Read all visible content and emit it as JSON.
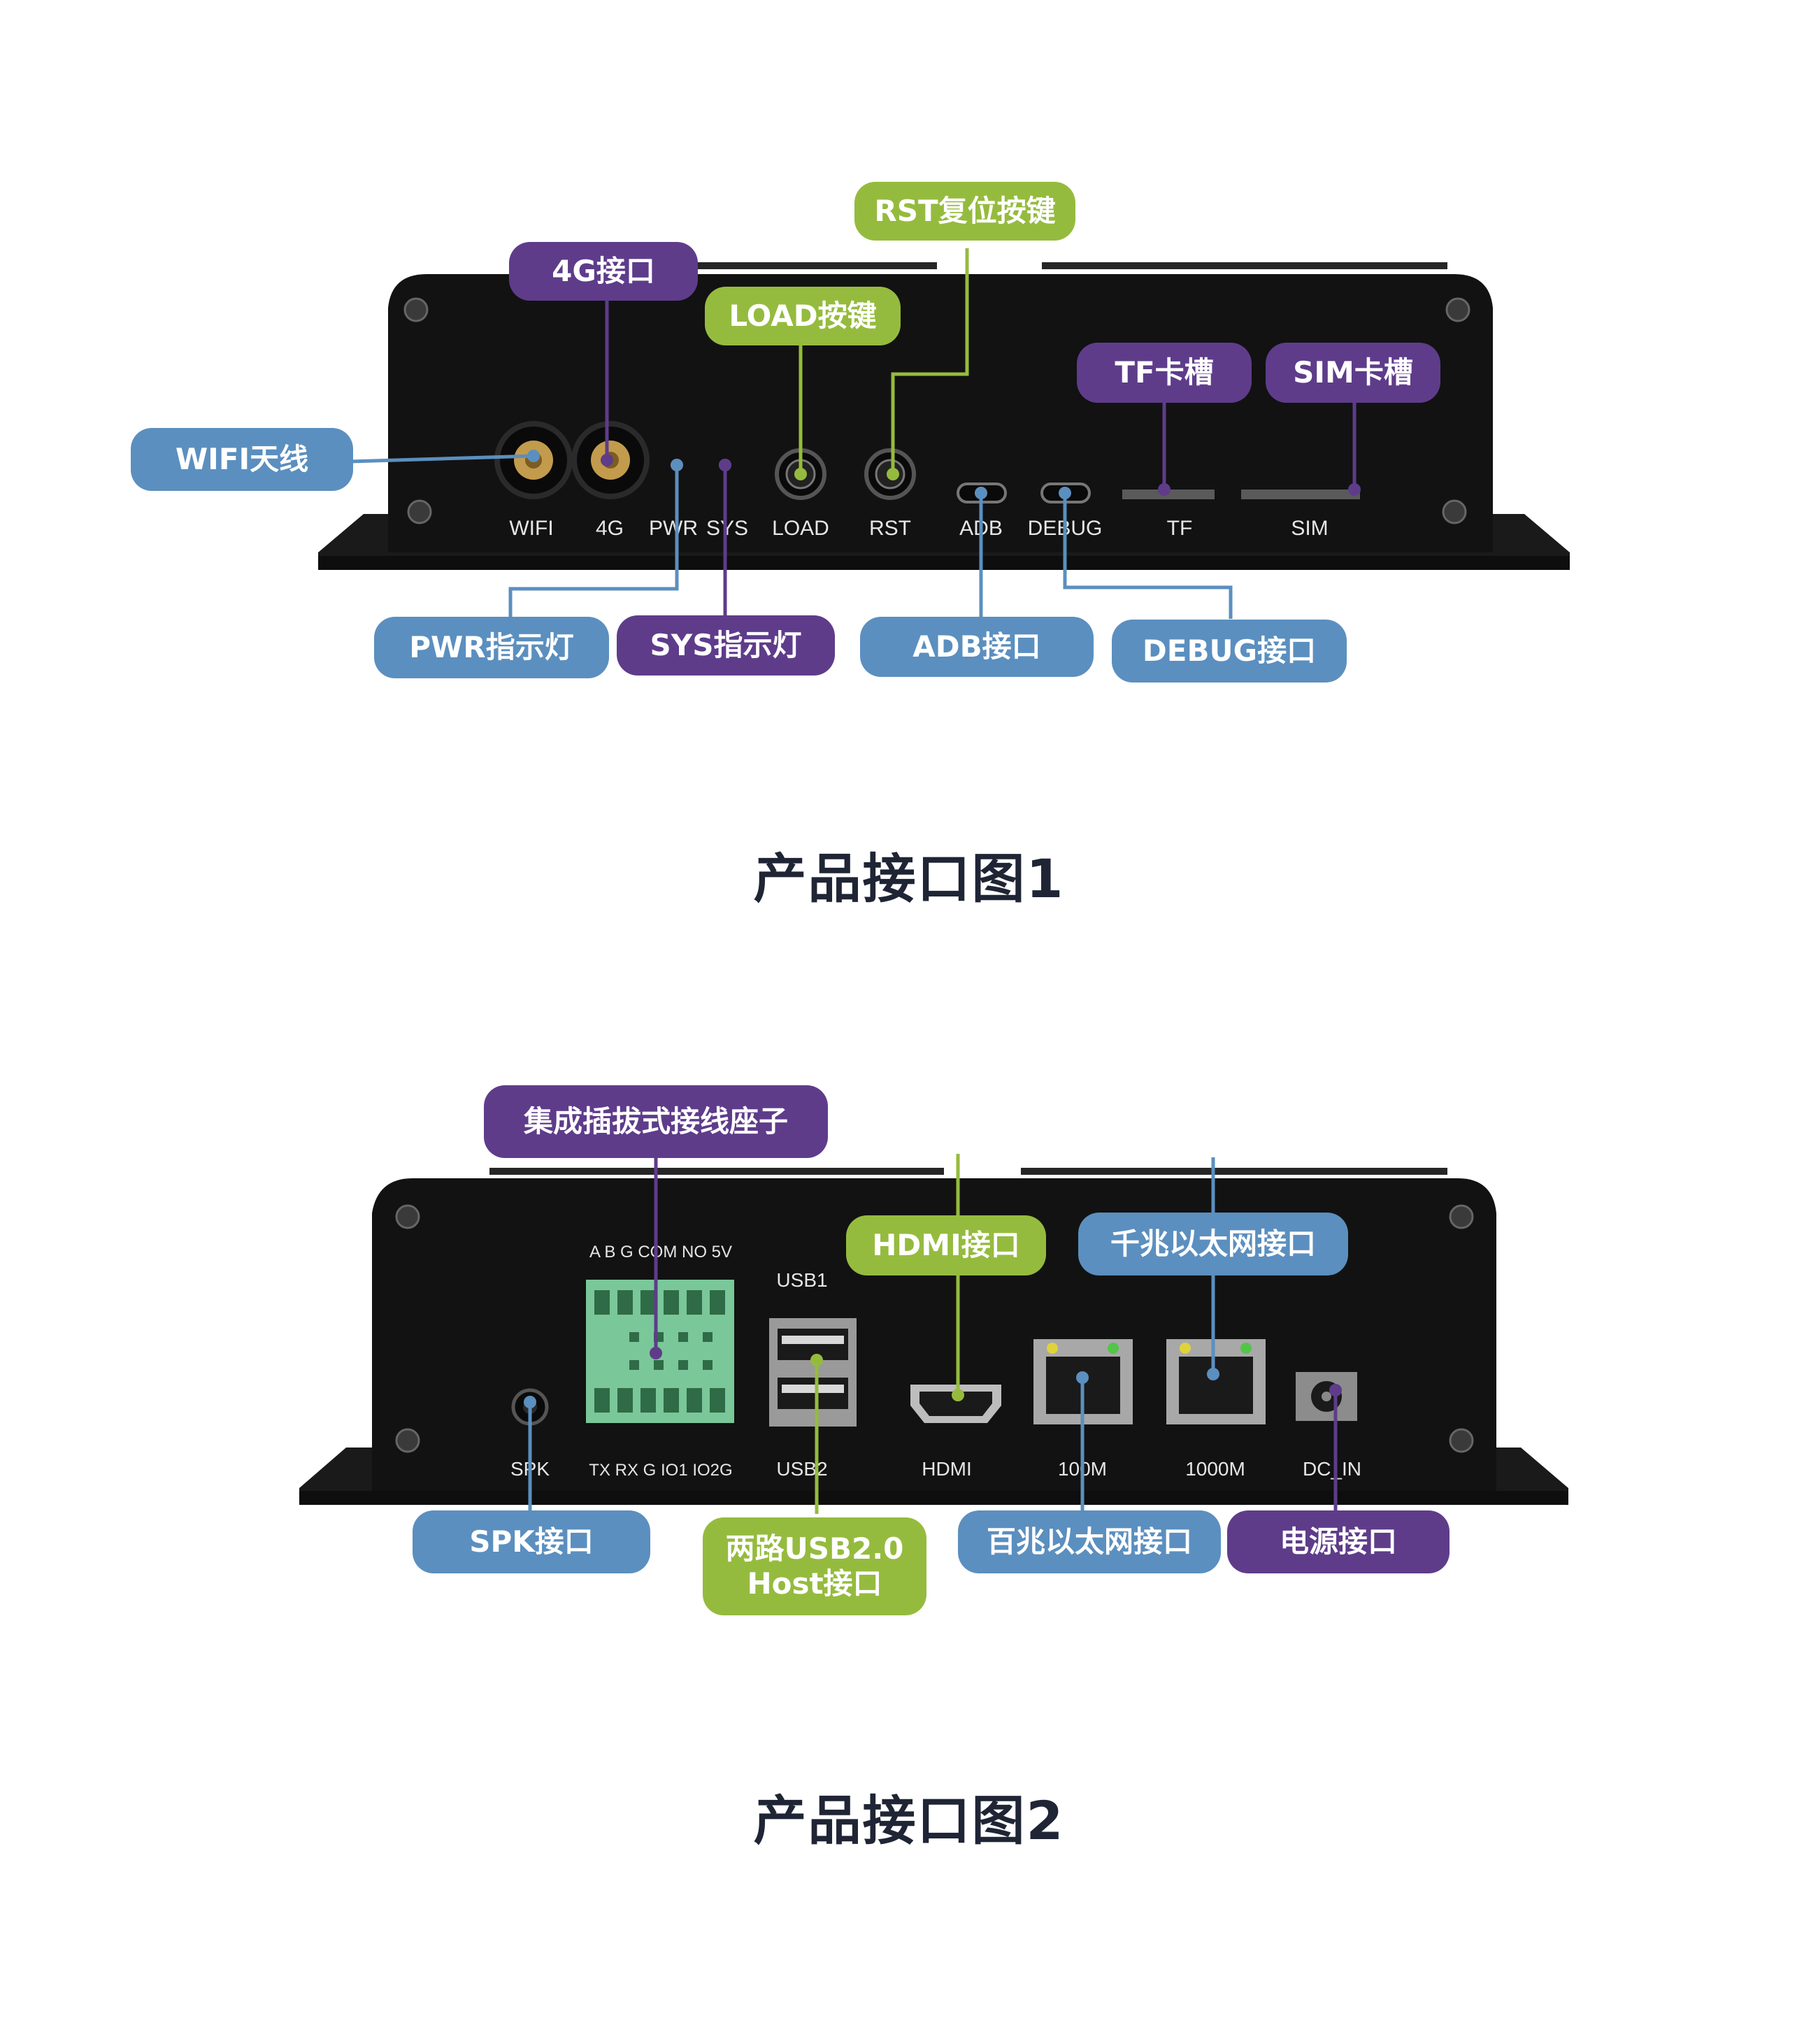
{
  "colors": {
    "blue": "#5b8fbf",
    "purple": "#5e3c8a",
    "green": "#95bb3e",
    "device": "#141414",
    "caption": "#1f2535"
  },
  "figure1": {
    "caption": "产品接口图1",
    "port_labels": [
      "WIFI",
      "4G",
      "PWR",
      "SYS",
      "LOAD",
      "RST",
      "ADB",
      "DEBUG",
      "TF",
      "SIM"
    ],
    "callouts": {
      "wifi": "WIFI天线",
      "g4": "4G接口",
      "load": "LOAD按键",
      "rst": "RST复位按键",
      "tf": "TF卡槽",
      "sim": "SIM卡槽",
      "pwr": "PWR指示灯",
      "sys": "SYS指示灯",
      "adb": "ADB接口",
      "debug": "DEBUG接口"
    }
  },
  "figure2": {
    "caption": "产品接口图2",
    "port_labels": [
      "SPK",
      "USB1",
      "USB2",
      "HDMI",
      "100M",
      "1000M",
      "DC_IN"
    ],
    "terminal_top": "A B G COM NO 5V",
    "terminal_bottom": "TX RX G IO1 IO2G",
    "callouts": {
      "terminal": "集成插拔式接线座子",
      "hdmi": "HDMI接口",
      "gige": "千兆以太网接口",
      "spk": "SPK接口",
      "usb_line1": "两路USB2.0",
      "usb_line2": "Host接口",
      "fe": "百兆以太网接口",
      "power": "电源接口"
    }
  }
}
